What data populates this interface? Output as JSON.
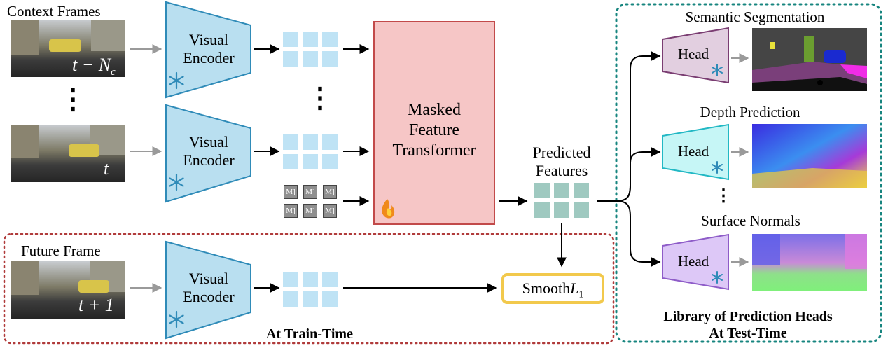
{
  "context_label": "Context Frames",
  "future_label": "Future Frame",
  "frame_times": [
    "t − N",
    "c",
    "t",
    "t + 1"
  ],
  "vertical_dots": "⋮",
  "encoder_label": [
    "Visual",
    "Encoder"
  ],
  "mask_token": "M]",
  "transformer_label": [
    "Masked",
    "Feature",
    "Transformer"
  ],
  "predicted_label": [
    "Predicted",
    "Features"
  ],
  "loss_label": [
    "Smooth",
    "L",
    "1"
  ],
  "train_time_label": "At Train-Time",
  "library_label": [
    "Library of Prediction Heads",
    "At Test-Time"
  ],
  "head_label": "Head",
  "heads": [
    {
      "title": "Semantic Segmentation",
      "color": "#e2cfe0",
      "border": "#7a3d72"
    },
    {
      "title": "Depth Prediction",
      "color": "#c6f6f6",
      "border": "#22b8c4"
    },
    {
      "title": "Surface Normals",
      "color": "#ddc8f7",
      "border": "#8e5cc8"
    }
  ],
  "icons": [
    "snowflake-icon",
    "flame-icon"
  ],
  "colors": {
    "encoder_fill": "#b9dff0",
    "encoder_border": "#2f8bb8",
    "feature_token": "#bfe3f5",
    "predicted_token": "#9fc9c0",
    "transformer_fill": "#f6c6c6",
    "transformer_border": "#c24a4a",
    "train_box": "#b03b3b",
    "test_box": "#17857f",
    "loss_border": "#f2c94c"
  }
}
